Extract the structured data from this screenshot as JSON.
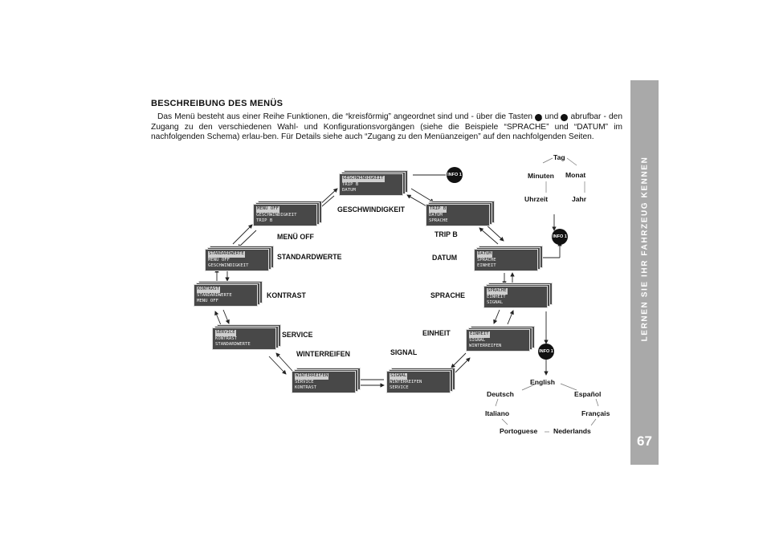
{
  "sidebar": {
    "section_title": "LERNEN SIE IHR FAHRZEUG KENNEN",
    "page_number": "67"
  },
  "heading": "BESCHREIBUNG DES MENÜS",
  "intro": {
    "part1": "Das Menü besteht aus einer Reihe Funktionen, die “kreisförmig” angeordnet sind und - über die Tasten",
    "plus_icon": "plus-button-icon",
    "and": "und",
    "minus_icon": "minus-button-icon",
    "part2": "abrufbar - den Zugang zu den verschiedenen Wahl- und Konfigurationsvorgängen (siehe die Beispiele “SPRACHE” und “DATUM” im nachfolgenden Schema) erlau-ben. Für Details siehe auch “Zugang zu den Menüanzeigen” auf den nachfolgenden Seiten."
  },
  "screens": [
    {
      "id": "geschwindigkeit",
      "lines": [
        "GESCHWINDIGKEIT",
        "TRIP B",
        "DATUM"
      ],
      "label": "GESCHWINDIGKEIT"
    },
    {
      "id": "trip-b",
      "lines": [
        "TRIP B",
        "DATUM",
        "SPRACHE"
      ],
      "label": "TRIP B"
    },
    {
      "id": "datum",
      "lines": [
        "DATUM",
        "SPRACHE",
        "EINHEIT"
      ],
      "label": "DATUM"
    },
    {
      "id": "sprache",
      "lines": [
        "SPRACHE",
        "EINHEIT",
        "SIGNAL"
      ],
      "label": "SPRACHE"
    },
    {
      "id": "einheit",
      "lines": [
        "EINHEIT",
        "SIGNAL",
        "WINTERREIFEN"
      ],
      "label": "EINHEIT"
    },
    {
      "id": "signal",
      "lines": [
        "SIGNAL",
        "WINTERREIFEN",
        "SERVICE"
      ],
      "label": "SIGNAL"
    },
    {
      "id": "winterreifen",
      "lines": [
        "WINTERREIFEN",
        "SERVICE",
        "KONTRAST"
      ],
      "label": "WINTERREIFEN"
    },
    {
      "id": "service",
      "lines": [
        "SERVICE",
        "KONTRAST",
        "STANDARDWERTE"
      ],
      "label": "SERVICE"
    },
    {
      "id": "kontrast",
      "lines": [
        "KONTRAST",
        "STANDARDWERTE",
        "MENU OFF"
      ],
      "label": "KONTRAST"
    },
    {
      "id": "standardwerte",
      "lines": [
        "STANDARDWERTE",
        "MENU OFF",
        "GESCHWINDIGKEIT"
      ],
      "label": "STANDARDWERTE"
    },
    {
      "id": "menu-off",
      "lines": [
        "MENU OFF",
        "GESCHWINDIGKEIT",
        "TRIP B"
      ],
      "label": "MENÜ OFF"
    }
  ],
  "info_button_label": "INFO 1",
  "date_cycle": [
    "Tag",
    "Monat",
    "Jahr",
    "Uhrzeit",
    "Minuten"
  ],
  "language_cycle": [
    "English",
    "Español",
    "Français",
    "Nederlands",
    "Portoguese",
    "Italiano",
    "Deutsch"
  ]
}
